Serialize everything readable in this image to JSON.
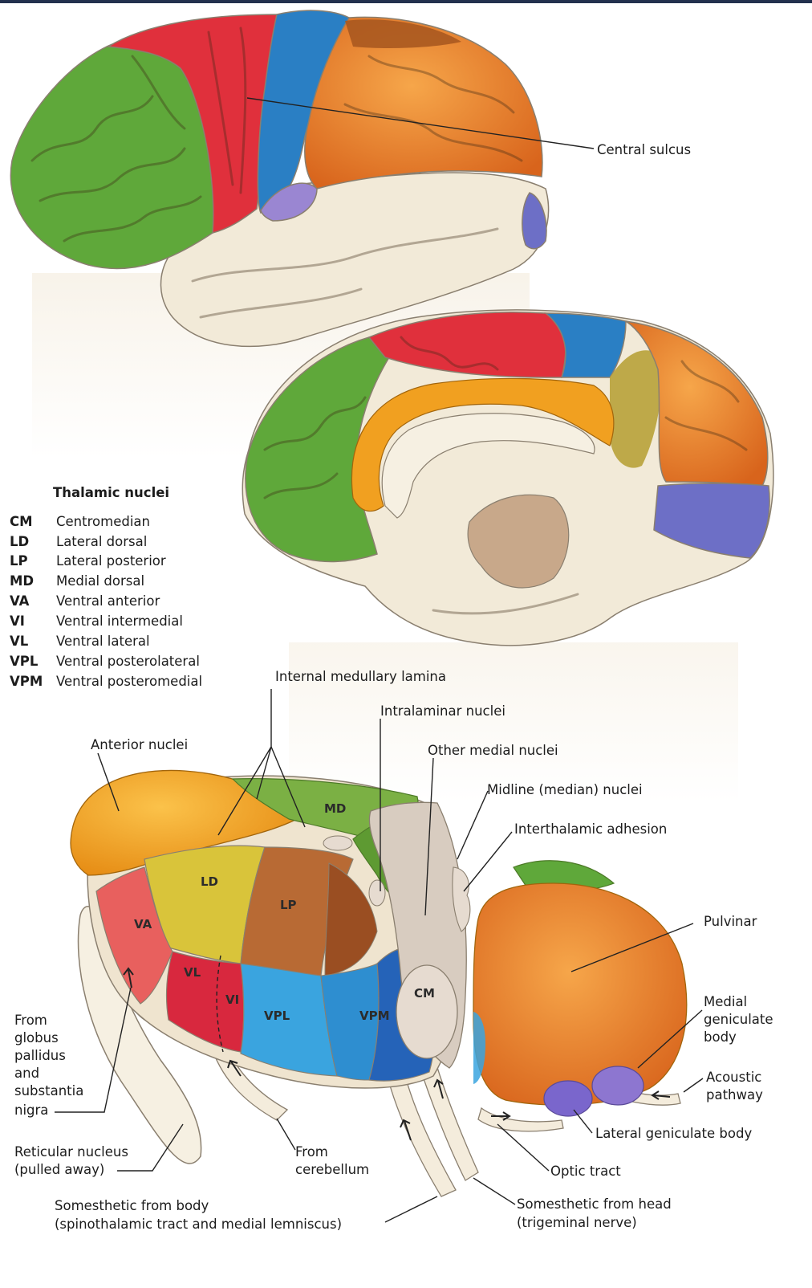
{
  "colors": {
    "background": "#ffffff",
    "frontal_green": "#5fa83a",
    "premotor_red": "#e0303c",
    "postcentral_blue": "#2a7fc4",
    "parietal_orange": "#df7a2a",
    "temporal_cream": "#f2ead8",
    "occipital_violet": "#6d6fc6",
    "anterior_orange": "#f1a020",
    "ld_yellow": "#d9c43a",
    "lp_brown": "#b86a34",
    "va_pink": "#e8605e",
    "vl_red": "#d8283e",
    "vpl_blue": "#3aa4df",
    "vpm_blue": "#2563b8",
    "cm_gray": "#d8ccc0",
    "pulvinar_orange": "#ec7e28",
    "geniculate_purple": "#8d76d0"
  },
  "labels": {
    "central_sulcus": "Central sulcus",
    "internal_medullary_lamina": "Internal medullary lamina",
    "intralaminar_nuclei": "Intralaminar nuclei",
    "other_medial_nuclei": "Other medial nuclei",
    "midline_nuclei": "Midline (median) nuclei",
    "interthalamic_adhesion": "Interthalamic adhesion",
    "anterior_nuclei": "Anterior nuclei",
    "pulvinar": "Pulvinar",
    "medial_geniculate": [
      "Medial",
      "geniculate",
      "body"
    ],
    "acoustic_pathway": [
      "Acoustic",
      "pathway"
    ],
    "lateral_geniculate": "Lateral geniculate body",
    "optic_tract": "Optic tract",
    "from_globus": [
      "From",
      "globus",
      "pallidus",
      "and",
      "substantia",
      "nigra"
    ],
    "reticular_nucleus": [
      "Reticular nucleus",
      "(pulled away)"
    ],
    "from_cerebellum": [
      "From",
      "cerebellum"
    ],
    "somesthetic_body": [
      "Somesthetic from body",
      "(spinothalamic tract and medial lemniscus)"
    ],
    "somesthetic_head": [
      "Somesthetic from head",
      "(trigeminal nerve)"
    ]
  },
  "region_labels": {
    "md": "MD",
    "ld": "LD",
    "lp": "LP",
    "va": "VA",
    "vl": "VL",
    "vi": "VI",
    "vpl": "VPL",
    "vpm": "VPM",
    "cm": "CM"
  },
  "legend": {
    "title": "Thalamic nuclei",
    "items": [
      {
        "abbr": "CM",
        "name": "Centromedian"
      },
      {
        "abbr": "LD",
        "name": "Lateral dorsal"
      },
      {
        "abbr": "LP",
        "name": "Lateral posterior"
      },
      {
        "abbr": "MD",
        "name": "Medial dorsal"
      },
      {
        "abbr": "VA",
        "name": "Ventral anterior"
      },
      {
        "abbr": "VI",
        "name": "Ventral intermedial"
      },
      {
        "abbr": "VL",
        "name": "Ventral lateral"
      },
      {
        "abbr": "VPL",
        "name": "Ventral posterolateral"
      },
      {
        "abbr": "VPM",
        "name": "Ventral posteromedial"
      }
    ]
  }
}
